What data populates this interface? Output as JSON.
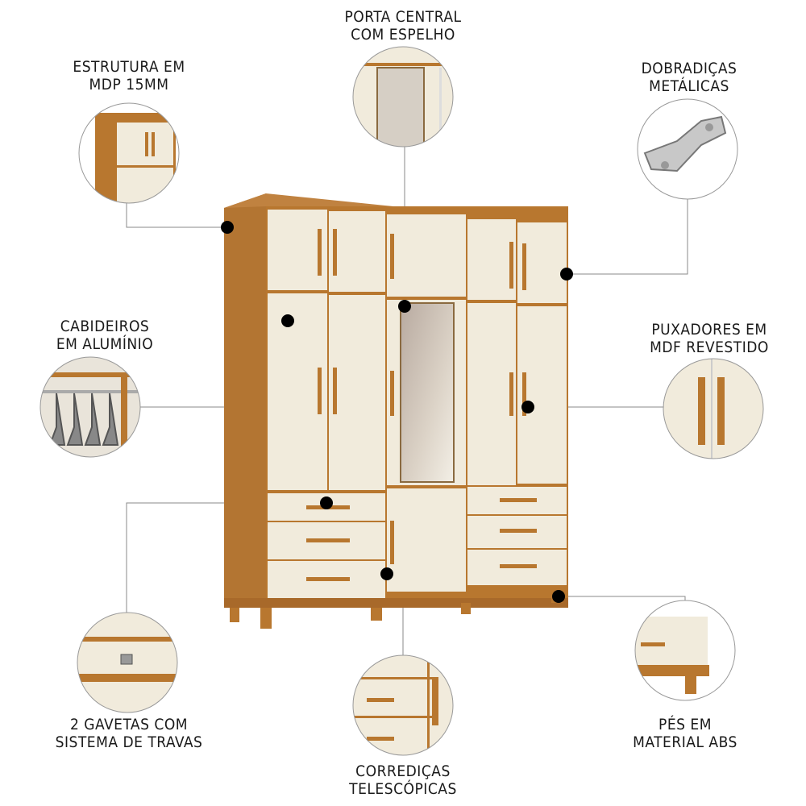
{
  "callouts": {
    "porta": "PORTA CENTRAL\nCOM ESPELHO",
    "estrutura": "ESTRUTURA EM\nMDP 15MM",
    "dobradicas": "DOBRADIÇAS\nMETÁLICAS",
    "cabideiros": "CABIDEIROS\nEM ALUMÍNIO",
    "puxadores": "PUXADORES EM\nMDF REVESTIDO",
    "gavetas": "2 GAVETAS COM\nSISTEMA DE TRAVAS",
    "pes": "PÉS EM\nMATERIAL ABS",
    "corredicas": "CORREDIÇAS\nTELESCÓPICAS"
  },
  "colors": {
    "wood": "#b8772f",
    "panel": "#f1ebdc",
    "line": "#7a7a7a",
    "dot": "#000000"
  }
}
